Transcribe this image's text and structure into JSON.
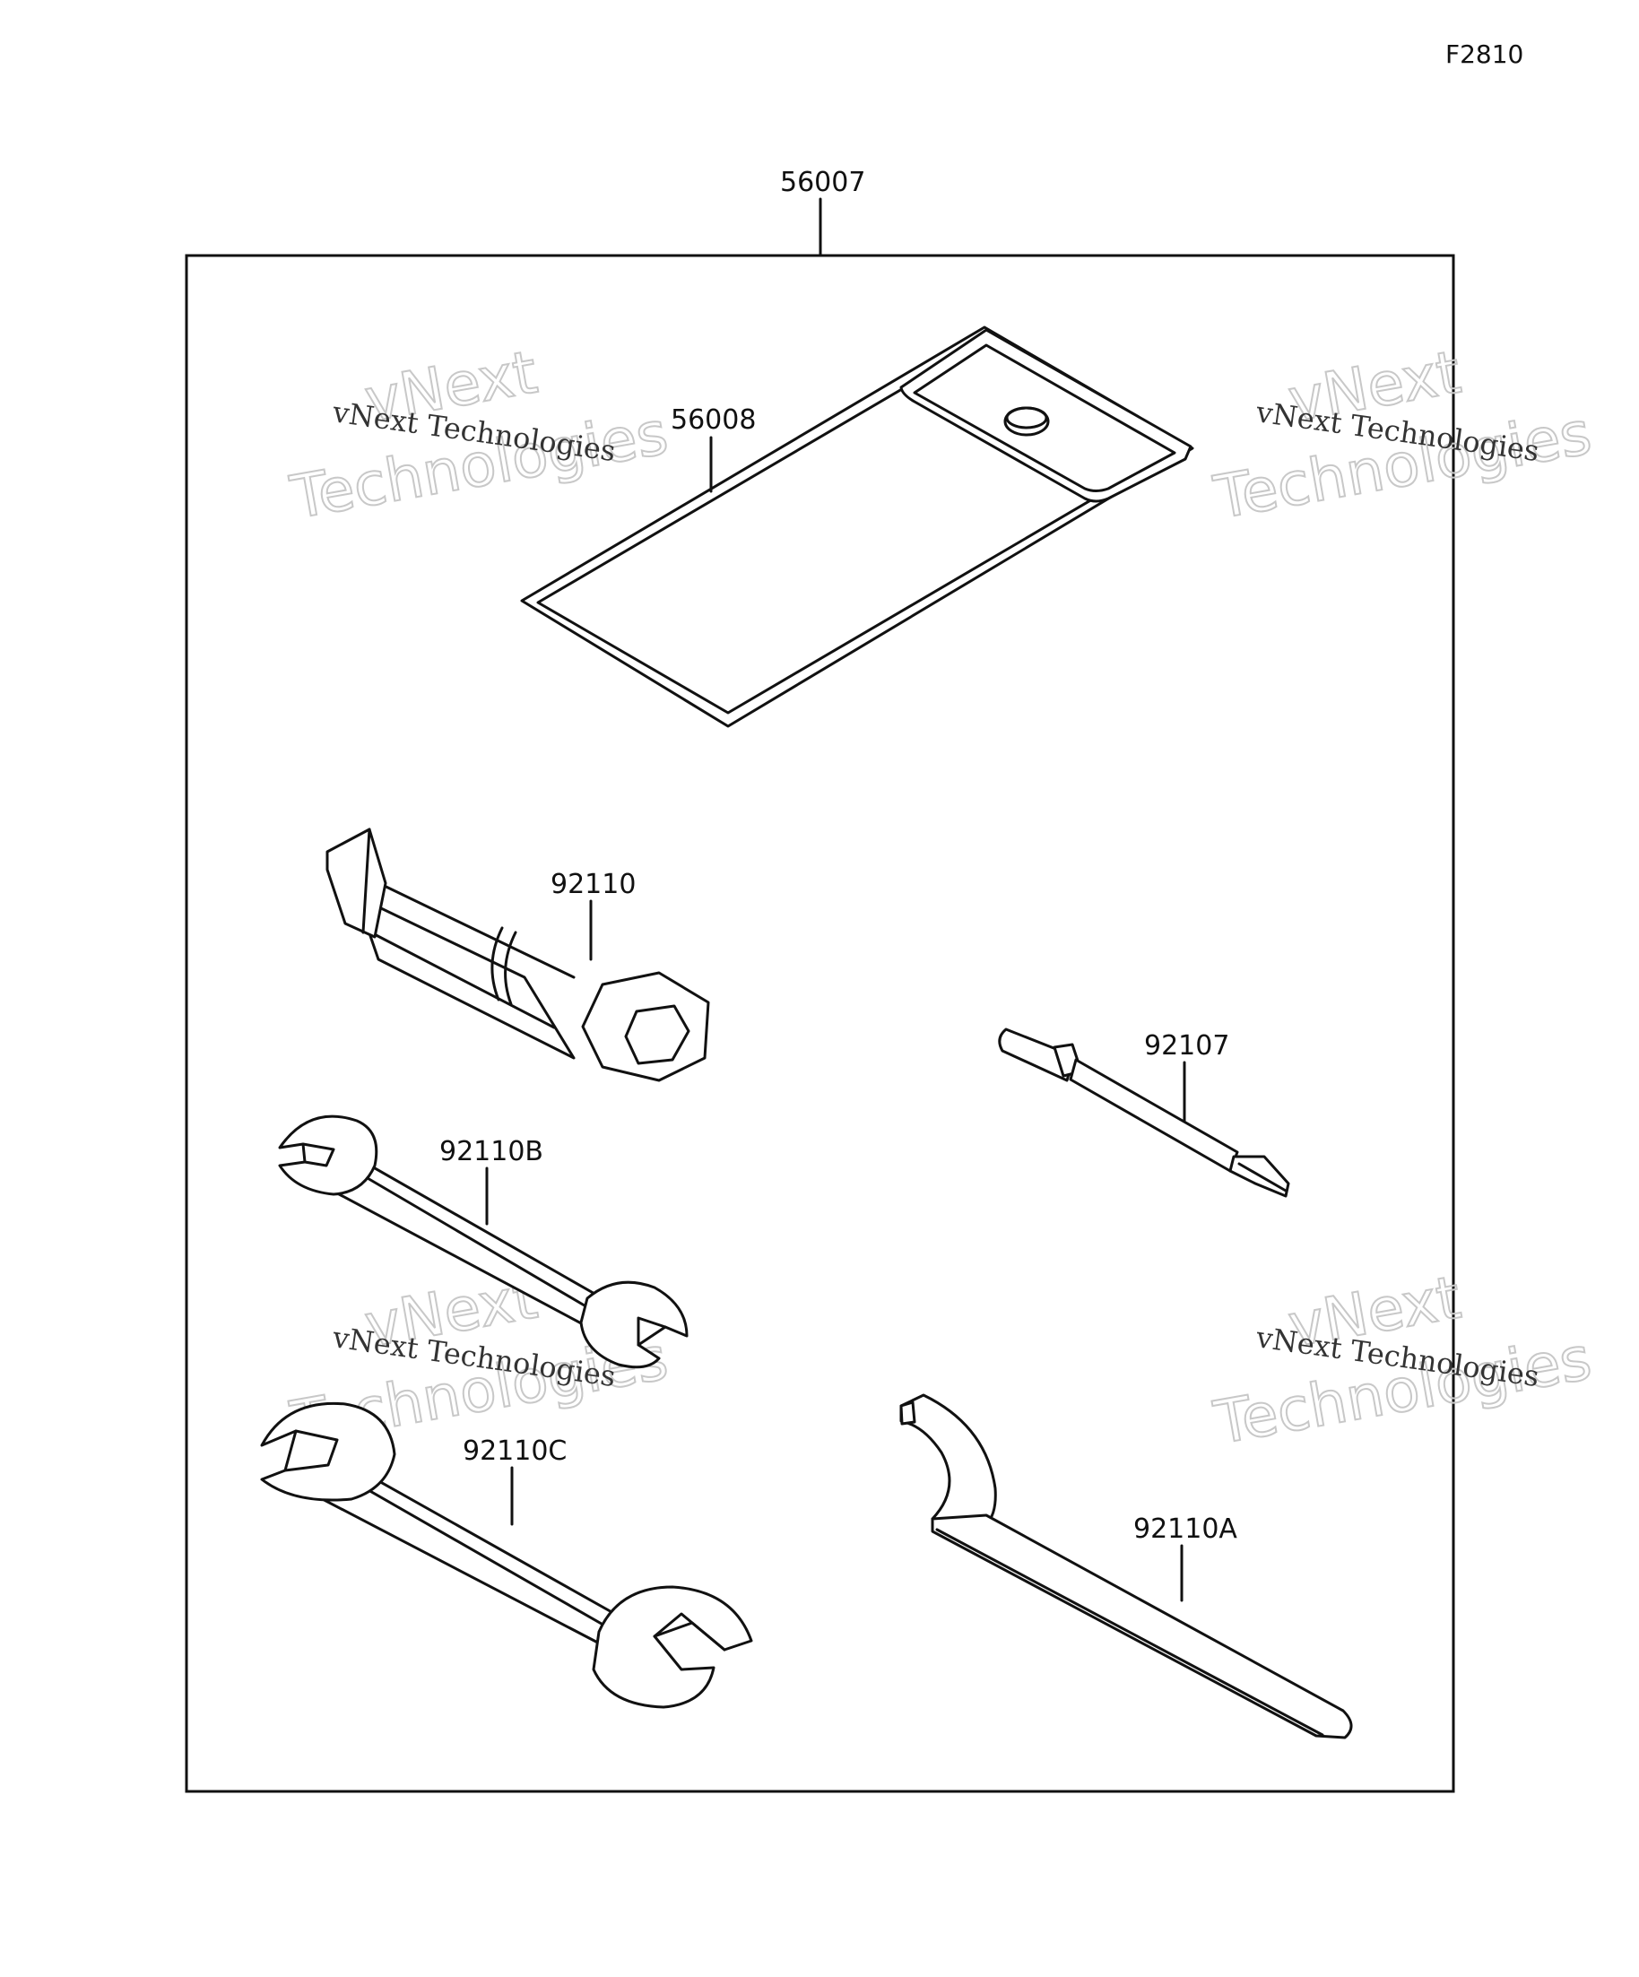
{
  "diagram": {
    "ref_code": "F2810",
    "parts": {
      "kit": "56007",
      "pouch": "56008",
      "spark_plug_wrench": "92110",
      "screwdriver_bit": "92107",
      "wrench_b": "92110B",
      "wrench_c": "92110C",
      "hook_wrench": "92110A"
    },
    "watermark": {
      "line1": "vNext Technologies",
      "big_top": "vNext",
      "big_bottom": "Technologies"
    }
  }
}
